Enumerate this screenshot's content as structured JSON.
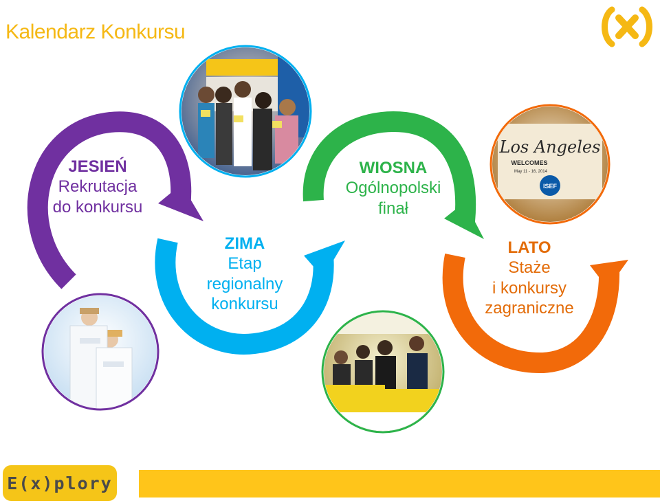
{
  "header": {
    "title": "Kalendarz Konkursu",
    "logo_icon": "explory-x-logo-icon"
  },
  "colors": {
    "title": "#f5b814",
    "purple": "#7030a0",
    "blue": "#00b0f0",
    "green": "#2db34a",
    "orange": "#f26a0a",
    "lato_orange": "#e36c09",
    "yellow": "#ffc51a",
    "logo_bg": "#f5c518",
    "logo_text": "#4a4a4a"
  },
  "stages": [
    {
      "key": "jesien",
      "season": "JESIEŃ",
      "lines": [
        "Rekrutacja",
        "do konkursu"
      ]
    },
    {
      "key": "zima",
      "season": "ZIMA",
      "lines": [
        "Etap",
        "regionalny",
        "konkursu"
      ]
    },
    {
      "key": "wiosna",
      "season": "WIOSNA",
      "lines": [
        "Ogólnopolski",
        "finał"
      ]
    },
    {
      "key": "lato",
      "season": "LATO",
      "lines": [
        "Staże",
        "i konkursy",
        "zagraniczne"
      ]
    }
  ],
  "photos": [
    {
      "name": "photo-group-girls",
      "icon": "group-photo-icon"
    },
    {
      "name": "photo-scientists",
      "icon": "people-photo-icon"
    },
    {
      "name": "photo-final-award",
      "icon": "award-photo-icon"
    },
    {
      "name": "photo-los-angeles",
      "icon": "los-angeles-sign-icon",
      "sign_text": "Los Angeles",
      "welcome": "WELCOMES",
      "dates": "May 11 - 16, 2014",
      "badge": "ISEF"
    }
  ],
  "footer": {
    "logo_text": "E(x)plory"
  }
}
